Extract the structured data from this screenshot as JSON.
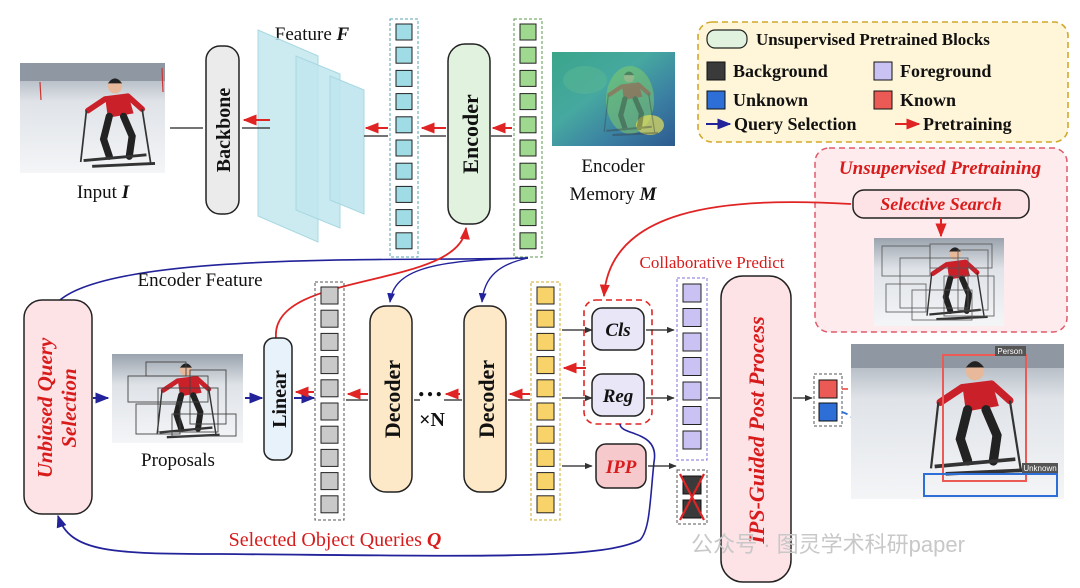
{
  "labels": {
    "input": "Input",
    "input_sym": "I",
    "feature": "Feature",
    "feature_sym": "F",
    "backbone": "Backbone",
    "encoder": "Encoder",
    "encoder_memory_1": "Encoder",
    "encoder_memory_2": "Memory",
    "encoder_memory_sym": "M",
    "encoder_feature": "Encoder Feature",
    "linear": "Linear",
    "decoder": "Decoder",
    "dots": "…",
    "times_n": "×N",
    "proposals": "Proposals",
    "unbiased_query_selection_1": "Unbiased Query",
    "unbiased_query_selection_2": "Selection",
    "cls": "Cls",
    "reg": "Reg",
    "ipp": "IPP",
    "collaborative_predict": "Collaborative Predict",
    "ips_post_process": "IPS-Guided Post Process",
    "selected_queries": "Selected Object Queries",
    "selected_queries_sym": "Q",
    "unsupervised_pretraining": "Unsupervised Pretraining",
    "selective_search": "Selective Search",
    "tag_person": "Person",
    "tag_unknown": "Unknown",
    "watermark": "公众号 · 图灵学术科研paper"
  },
  "legend": {
    "unsupervised_blocks": "Unsupervised Pretrained Blocks",
    "background": "Background",
    "foreground": "Foreground",
    "unknown": "Unknown",
    "known": "Known",
    "query_selection": "Query Selection",
    "pretraining": "Pretraining"
  },
  "colors": {
    "pretrained_fill": "#e1f2df",
    "decoder_fill": "#fde9c8",
    "red_flow": "#e02424",
    "blue_flow": "#22229a",
    "feature_cell": "#9fdce6",
    "memory_cell": "#9fd88f",
    "query_cell": "#f7d36a",
    "proposal_cell": "#c9c9c9",
    "foreground_cell": "#c9c2f2",
    "known": "#ec5a55",
    "unknown": "#2d6fd6",
    "background": "#3a3a3a",
    "pink_fill": "#fde2e6",
    "legend_fill": "#fff6d9"
  }
}
